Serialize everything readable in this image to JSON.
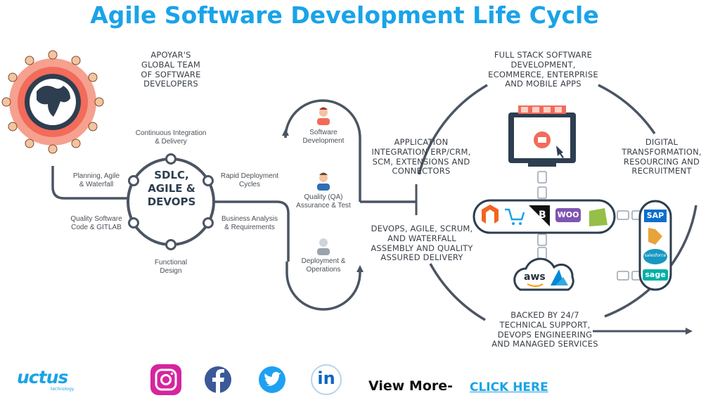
{
  "title": "Agile Software Development Life Cycle",
  "team_label": "APOYAR'S\nGLOBAL TEAM\nOF SOFTWARE\nDEVELOPERS",
  "sdlc_center": "SDLC,\nAGILE &\nDEVOPS",
  "sdlc_nodes": {
    "top": "Continuous Integration\n& Delivery",
    "upper_left": "Planning, Agile\n& Waterfall",
    "upper_right": "Rapid Deployment\nCycles",
    "lower_left": "Quality Software\nCode & GITLAB",
    "lower_right": "Business Analysis\n& Requirements",
    "bottom": "Functional\nDesign"
  },
  "stages": [
    {
      "label": "Software\nDevelopment"
    },
    {
      "label": "Quality (QA)\nAssurance & Test"
    },
    {
      "label": "Deployment &\nOperations"
    }
  ],
  "right_cycle": {
    "top": "FULL STACK SOFTWARE\nDEVELOPMENT,\nECOMMERCE, ENTERPRISE\nAND MOBILE APPS",
    "left_upper": "APPLICATION\nINTEGRATION ERP/CRM,\nSCM, EXTENSIONS AND\nCONNECTORS",
    "left_lower": "DEVOPS, AGILE, SCRUM,\nAND WATERFALL\nASSEMBLY AND QUALITY\nASSURED DELIVERY",
    "right": "DIGITAL\nTRANSFORMATION,\nRESOURCING AND\nRECRUITMENT",
    "bottom": "BACKED BY 24/7\nTECHNICAL SUPPORT,\nDEVOPS ENGINEERING\nAND MANAGED SERVICES"
  },
  "platforms": {
    "bigcommerce": "B",
    "woo": "WOO",
    "aws": "aws",
    "sap": "SAP",
    "salesforce": "salesforce",
    "sage": "sage"
  },
  "footer": {
    "brand": "uctus",
    "brand_sub": "technology",
    "linkedin": "in",
    "view_more": "View More-",
    "click_here": "CLICK HERE"
  },
  "colors": {
    "title": "#1aa3e8",
    "line": "#4b5563",
    "globe": "#f26b5b",
    "click_here": "#1aa3e8"
  }
}
